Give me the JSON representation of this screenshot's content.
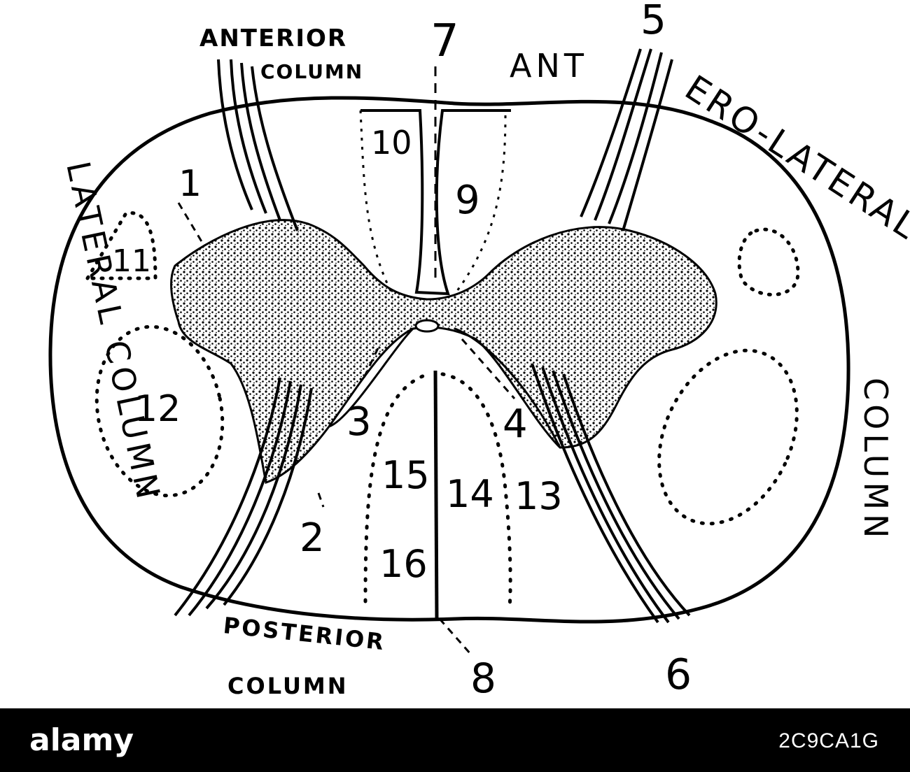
{
  "diagram": {
    "column_labels": {
      "anterior_1": "ANTERIOR",
      "anterior_2": "COLUMN",
      "ant": "ANT",
      "ero_lateral": "ERO-LATERAL",
      "lateral_right": "COLUMN",
      "lateral_left": "LATERAL COLUMN",
      "posterior_1": "POSTERIOR",
      "posterior_2": "COLUMN"
    },
    "numbers": {
      "n1": "1",
      "n2": "2",
      "n3": "3",
      "n4": "4",
      "n5": "5",
      "n6": "6",
      "n7": "7",
      "n8": "8",
      "n9": "9",
      "n10": "10",
      "n11": "11",
      "n12": "12",
      "n13": "13",
      "n14": "14",
      "n15": "15",
      "n16": "16"
    }
  },
  "footer": {
    "brand": "alamy",
    "image_id": "2C9CA1G"
  }
}
